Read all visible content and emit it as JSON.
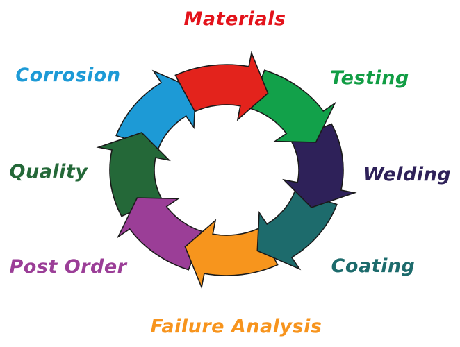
{
  "diagram": {
    "type": "cycle",
    "stages": [
      {
        "label": "Materials",
        "color": "#e3231c",
        "label_color": "#e3131b"
      },
      {
        "label": "Testing",
        "color": "#12a14a",
        "label_color": "#119d44"
      },
      {
        "label": "Welding",
        "color": "#2e2159",
        "label_color": "#2e2159"
      },
      {
        "label": "Coating",
        "color": "#1d6b6c",
        "label_color": "#1d6b6c"
      },
      {
        "label": "Failure Analysis",
        "color": "#f7951d",
        "label_color": "#f7941d"
      },
      {
        "label": "Post Order",
        "color": "#9b3e97",
        "label_color": "#9b3e97"
      },
      {
        "label": "Quality",
        "color": "#246838",
        "label_color": "#246838"
      },
      {
        "label": "Corrosion",
        "color": "#1d9ad6",
        "label_color": "#1d9ad6"
      }
    ],
    "outline_color": "#1a1a1a"
  }
}
